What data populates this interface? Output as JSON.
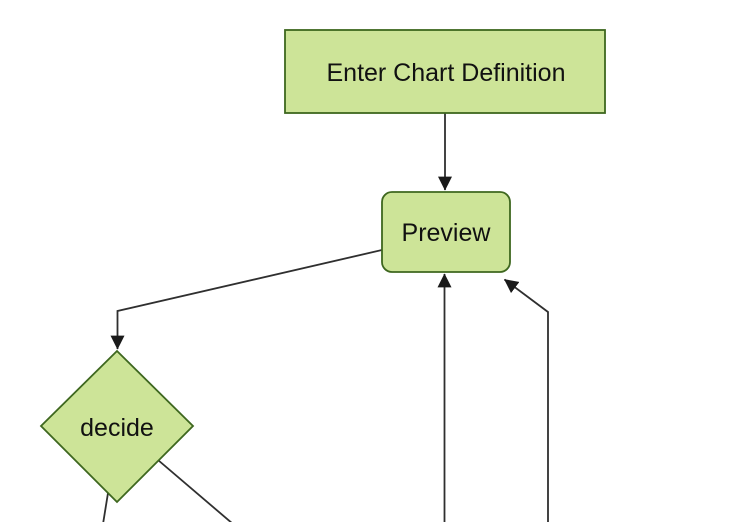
{
  "diagram": {
    "type": "flowchart",
    "direction": "top-down",
    "nodes": [
      {
        "id": "A",
        "label": "Enter Chart Definition",
        "shape": "rectangle"
      },
      {
        "id": "B",
        "label": "Preview",
        "shape": "rounded-rectangle"
      },
      {
        "id": "C",
        "label": "decide",
        "shape": "diamond"
      }
    ],
    "edges": [
      {
        "from": "Enter Chart Definition",
        "to": "Preview",
        "arrow": true
      },
      {
        "from": "Preview",
        "to": "decide",
        "arrow": true
      },
      {
        "from": "offscreen-bottom",
        "to": "Preview",
        "arrow": true
      },
      {
        "from": "offscreen-bottom-right",
        "to": "Preview",
        "arrow": true
      },
      {
        "from": "decide",
        "to": "offscreen-bottom-left",
        "arrow": false
      },
      {
        "from": "decide",
        "to": "offscreen-bottom-right",
        "arrow": false
      }
    ],
    "colors": {
      "node_fill": "#cde498",
      "node_border": "#3e671f",
      "edge_line": "#2f2f2f",
      "arrowhead": "#1a1a1a",
      "text": "#111111",
      "background": "#ffffff"
    }
  }
}
